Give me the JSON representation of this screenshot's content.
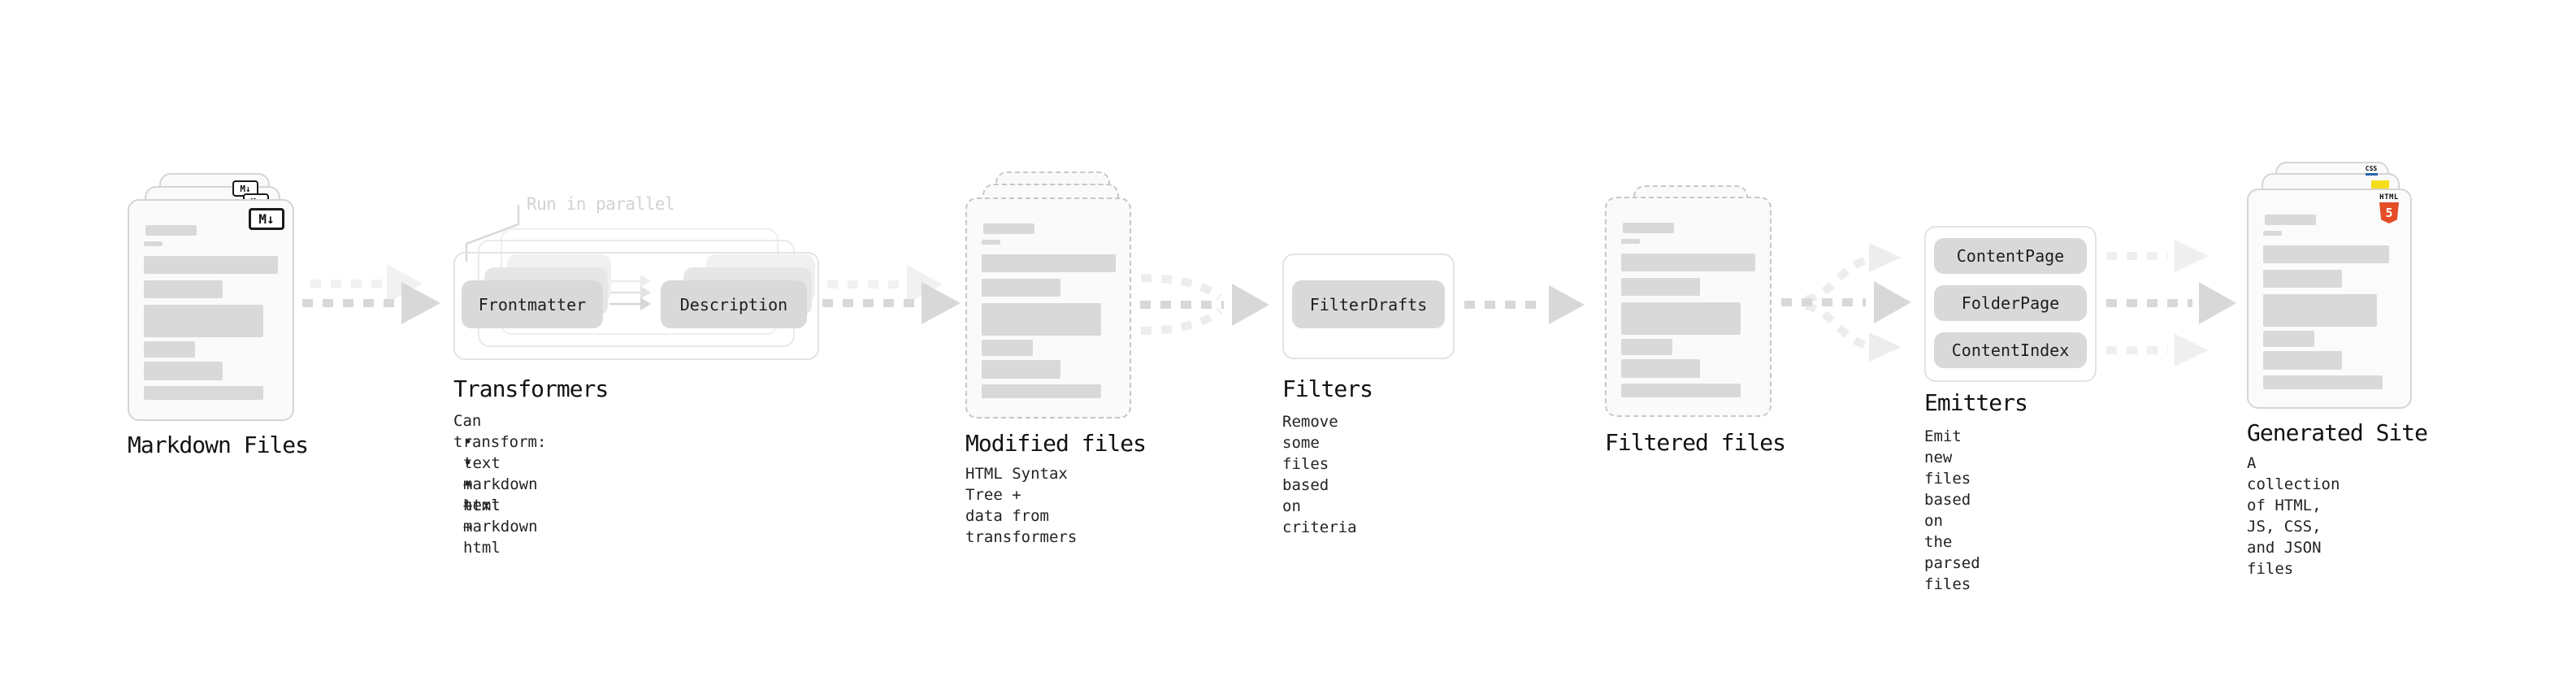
{
  "nodes": {
    "markdown_files": {
      "label": "Markdown Files",
      "badge": "M↓"
    },
    "transformers": {
      "label": "Transformers",
      "note": "Run in parallel",
      "items": [
        "Frontmatter",
        "Description"
      ],
      "sublabel_title": "Can transform:",
      "bullets": [
        "• text → text",
        "• markdown → markdown",
        "• html → html"
      ]
    },
    "modified_files": {
      "label": "Modified files",
      "sublabel": "HTML Syntax Tree +\ndata from transformers"
    },
    "filters": {
      "label": "Filters",
      "items": [
        "FilterDrafts"
      ],
      "sublabel": "Remove some files based\non criteria"
    },
    "filtered_files": {
      "label": "Filtered files"
    },
    "emitters": {
      "label": "Emitters",
      "items": [
        "ContentPage",
        "FolderPage",
        "ContentIndex"
      ],
      "sublabel": "Emit new files based on\nthe parsed files"
    },
    "generated_site": {
      "label": "Generated Site",
      "sublabel": "A collection of HTML,\nJS, CSS, and JSON files",
      "html5_badge_word": "HTML",
      "html5_badge_number": "5",
      "css_badge_word": "CSS"
    }
  },
  "colors": {
    "html5_orange": "#e44d26",
    "js_yellow": "#f5de19",
    "css_blue": "#2565ae",
    "node_fill": "#d9d9d9",
    "arrow_dark": "#d8d8d8",
    "arrow_light": "#efefef",
    "card_bg": "#fafafa"
  }
}
